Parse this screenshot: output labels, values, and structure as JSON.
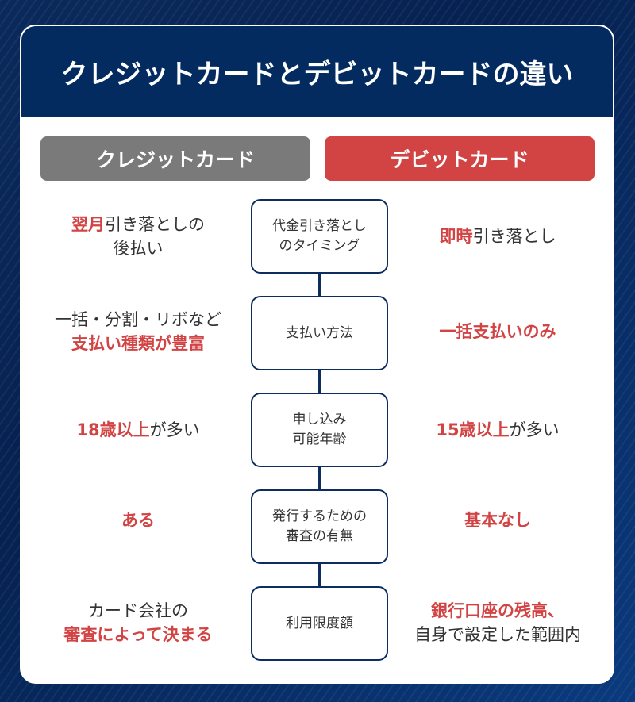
{
  "title": "クレジットカードとデビットカードの違い",
  "columns": {
    "credit": {
      "label": "クレジットカード",
      "color": "#7b7a7a"
    },
    "debit": {
      "label": "デビットカード",
      "color": "#d24444"
    }
  },
  "colors": {
    "header_bg": "#032b60",
    "accent_red": "#d24444",
    "text": "#333333",
    "box_border": "#0d2d5e"
  },
  "rows": [
    {
      "category": "代金引き落とし\nのタイミング",
      "credit": {
        "line1_red": "翌月",
        "line1_plain": "引き落としの",
        "line2_red": "",
        "line2_plain": "後払い"
      },
      "debit": {
        "line1_red": "即時",
        "line1_plain": "引き落とし",
        "line2_red": "",
        "line2_plain": ""
      }
    },
    {
      "category": "支払い方法",
      "credit": {
        "line1_red": "",
        "line1_plain": "一括・分割・リボなど",
        "line2_red": "支払い種類が豊富",
        "line2_plain": ""
      },
      "debit": {
        "line1_red": "一括支払いのみ",
        "line1_plain": "",
        "line2_red": "",
        "line2_plain": ""
      }
    },
    {
      "category": "申し込み\n可能年齢",
      "credit": {
        "line1_red": "18歳以上",
        "line1_plain": "が多い",
        "line2_red": "",
        "line2_plain": ""
      },
      "debit": {
        "line1_red": "15歳以上",
        "line1_plain": "が多い",
        "line2_red": "",
        "line2_plain": ""
      }
    },
    {
      "category": "発行するための\n審査の有無",
      "credit": {
        "line1_red": "ある",
        "line1_plain": "",
        "line2_red": "",
        "line2_plain": ""
      },
      "debit": {
        "line1_red": "基本なし",
        "line1_plain": "",
        "line2_red": "",
        "line2_plain": ""
      }
    },
    {
      "category": "利用限度額",
      "credit": {
        "line1_red": "",
        "line1_plain": "カード会社の",
        "line2_red": "審査によって決まる",
        "line2_plain": ""
      },
      "debit": {
        "line1_red": "銀行口座の残高、",
        "line1_plain": "",
        "line2_red": "",
        "line2_plain": "自身で設定した範囲内"
      }
    }
  ]
}
